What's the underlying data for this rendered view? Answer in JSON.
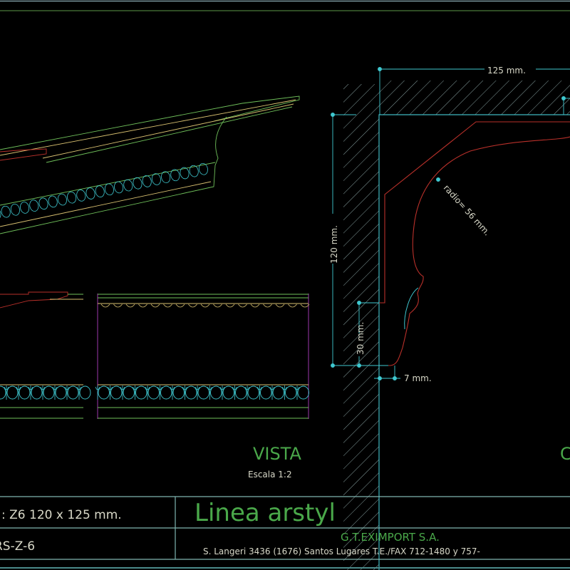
{
  "colors": {
    "background": "#000000",
    "frame": "#7fb5b0",
    "green": "#6fbf5a",
    "red": "#b8302a",
    "cyan": "#3fc8d0",
    "yellow": "#d8c070",
    "magenta": "#b040c0",
    "hatch": "#a8c8c8",
    "text": "#d8d8c8"
  },
  "views": {
    "vista_title": "VISTA",
    "vista_scale": "Escala 1:2",
    "corte_title_partial": "C"
  },
  "dimensions": {
    "width": "125 mm.",
    "height": "120 mm.",
    "base": "30 mm.",
    "offset": "7 mm.",
    "radius": "radio=  56  mm."
  },
  "title_block": {
    "model": ": Z6  120  x  125  mm.",
    "code": "RS-Z-6",
    "line_name": "Linea  arstyl",
    "company": "G.T.EXIMPORT  S.A.",
    "address": "S. Langeri 3436 (1676) Santos Lugares T.E./FAX 712-1480 y 757-"
  }
}
